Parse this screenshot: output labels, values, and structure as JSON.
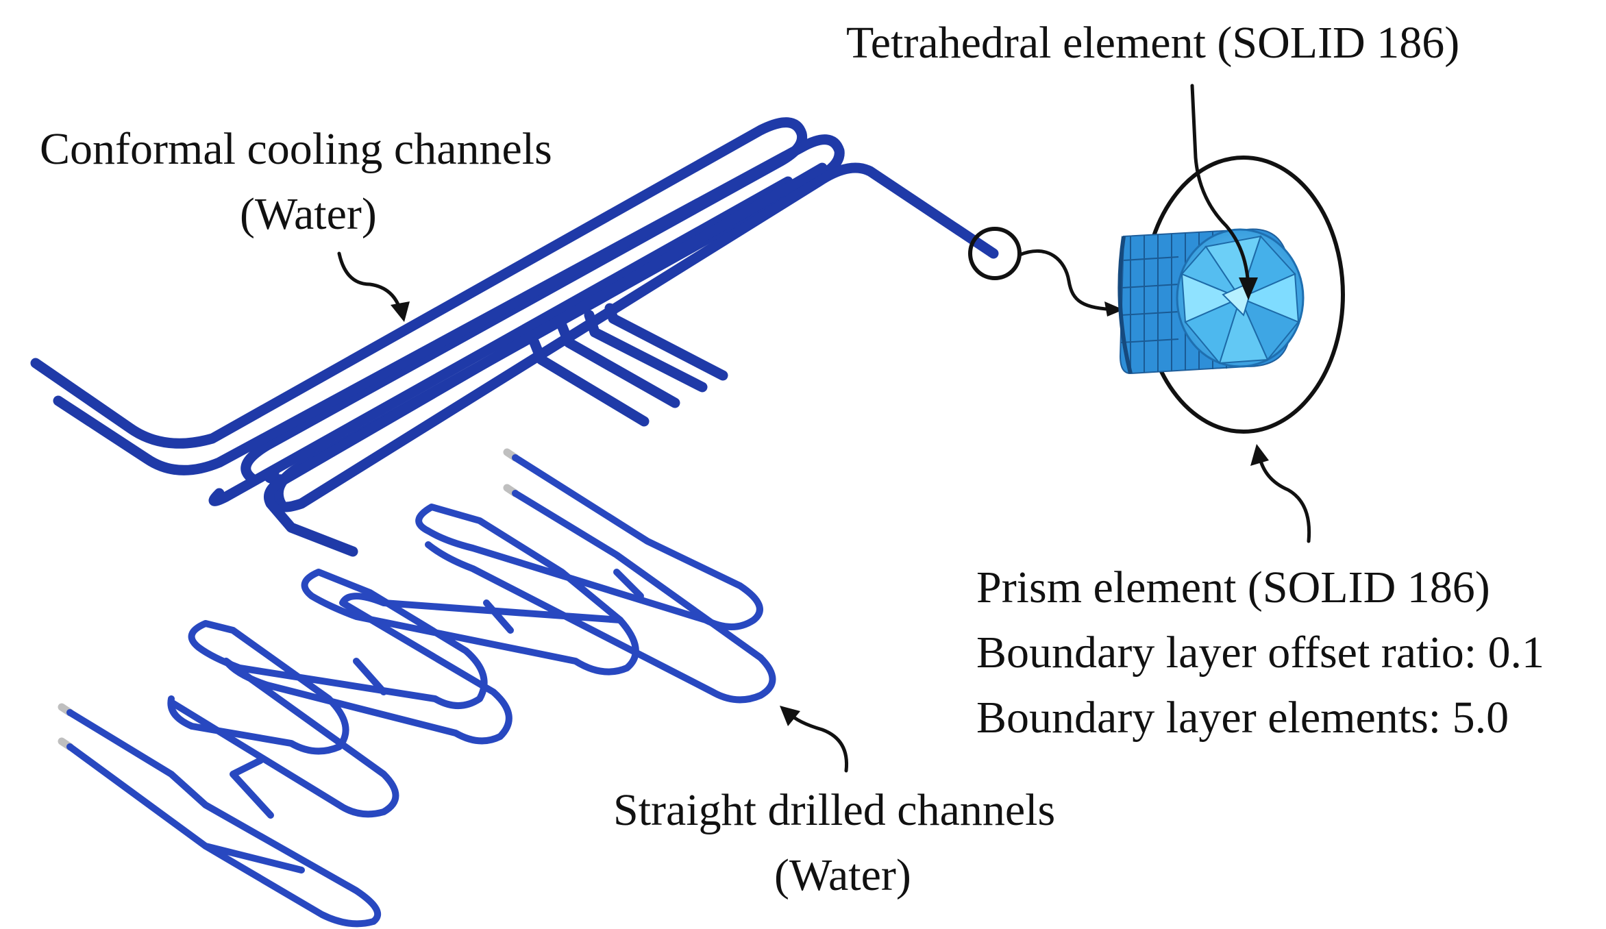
{
  "labels": {
    "tetrahedral": "Tetrahedral element (SOLID 186)",
    "conformal_line1": "Conformal cooling channels",
    "conformal_line2": "(Water)",
    "prism_line1": "Prism element (SOLID 186)",
    "prism_line2": "Boundary layer offset ratio: 0.1",
    "prism_line3": "Boundary layer elements: 5.0",
    "straight_line1": "Straight drilled channels",
    "straight_line2": "(Water)"
  },
  "colors": {
    "channel_dark": "#1f3aa8",
    "channel_light": "#3a5fd0",
    "mesh_prism": "#2e8fd8",
    "mesh_tetra": "#58c3f2",
    "ink": "#111111"
  }
}
